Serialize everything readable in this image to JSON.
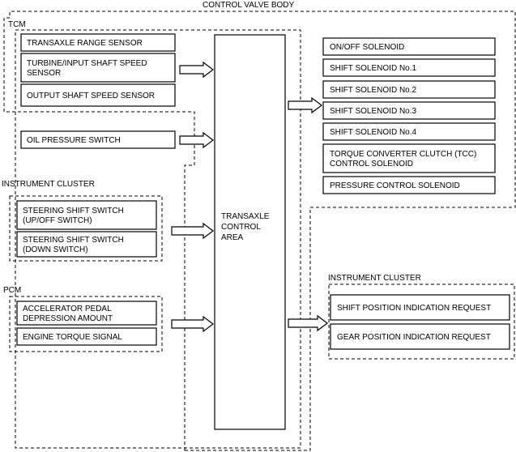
{
  "title": "CONTROL VALVE BODY",
  "groups": {
    "tcm": "TCM",
    "instrument_cluster_in": "INSTRUMENT CLUSTER",
    "pcm": "PCM",
    "instrument_cluster_out": "INSTRUMENT CLUSTER"
  },
  "center": [
    "TRANSAXLE",
    "CONTROL",
    "AREA"
  ],
  "inputs": [
    [
      "TRANSAXLE RANGE SENSOR"
    ],
    [
      "TURBINE/INPUT SHAFT SPEED",
      "SENSOR"
    ],
    [
      "OUTPUT SHAFT SPEED SENSOR"
    ],
    [
      "OIL PRESSURE SWITCH"
    ],
    [
      "STEERING SHIFT SWITCH",
      "(UP/OFF SWITCH)"
    ],
    [
      "STEERING SHIFT SWITCH",
      "(DOWN SWITCH)"
    ],
    [
      "ACCELERATOR PEDAL",
      "DEPRESSION AMOUNT"
    ],
    [
      "ENGINE TORQUE SIGNAL"
    ]
  ],
  "outputs_valve": [
    [
      "ON/OFF SOLENOID"
    ],
    [
      "SHIFT SOLENOID No.1"
    ],
    [
      "SHIFT SOLENOID No.2"
    ],
    [
      "SHIFT SOLENOID No.3"
    ],
    [
      "SHIFT SOLENOID No.4"
    ],
    [
      "TORQUE CONVERTER CLUTCH (TCC)",
      "CONTROL SOLENOID"
    ],
    [
      "PRESSURE CONTROL SOLENOID"
    ]
  ],
  "outputs_cluster": [
    [
      "SHIFT POSITION INDICATION REQUEST"
    ],
    [
      "GEAR POSITION INDICATION REQUEST"
    ]
  ]
}
